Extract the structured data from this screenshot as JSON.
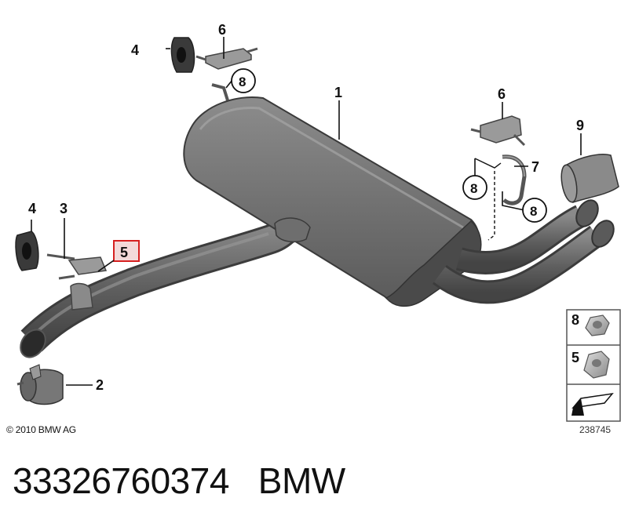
{
  "diagram": {
    "callouts": {
      "c1": "1",
      "c2": "2",
      "c3": "3",
      "c4a": "4",
      "c4b": "4",
      "c5": "5",
      "c6a": "6",
      "c6b": "6",
      "c7": "7",
      "c8a": "8",
      "c8b": "8",
      "c8c": "8",
      "c9": "9"
    },
    "legend": {
      "item8": "8",
      "item5": "5"
    },
    "copyright": "© 2010 BMW AG",
    "reference_number": "238745"
  },
  "caption": {
    "part_number": "33326760374",
    "brand": "BMW"
  },
  "colors": {
    "part_gray": "#7a7a7a",
    "part_dark": "#3f3f3f",
    "highlight_red": "#d62020",
    "legend_border": "#555555"
  }
}
